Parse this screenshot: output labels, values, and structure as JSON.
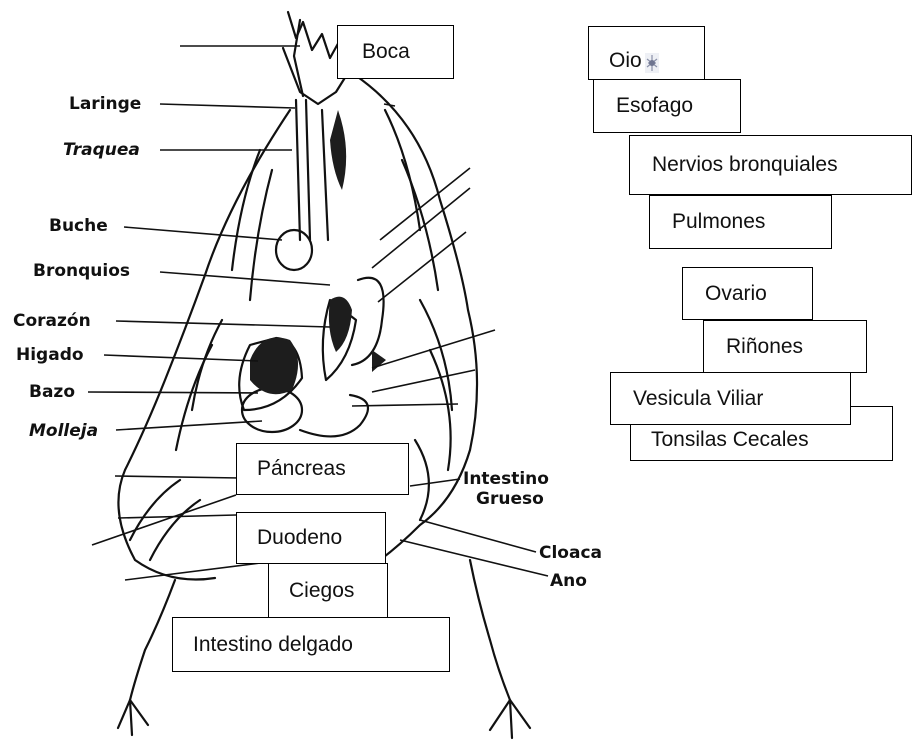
{
  "printed_labels": {
    "laringe": "Laringe",
    "traquea": "Traquea",
    "buche": "Buche",
    "bronquios": "Bronquios",
    "corazon": "Corazón",
    "higado": "Higado",
    "bazo": "Bazo",
    "molleja": "Molleja",
    "intestino": "Intestino",
    "grueso": "Grueso",
    "cloaca": "Cloaca",
    "ano": "Ano"
  },
  "boxes": {
    "boca": "Boca",
    "oio": "Oio",
    "esofago": "Esofago",
    "nervios": "Nervios bronquiales",
    "pulmones": "Pulmones",
    "ovario": "Ovario",
    "rinones": "Riñones",
    "vesicula": "Vesicula Viliar",
    "tonsilas": "Tonsilas Cecales",
    "pancreas": "Páncreas",
    "duodeno": "Duodeno",
    "ciegos": "Ciegos",
    "intestino_delgado": "Intestino delgado"
  },
  "colors": {
    "ink": "#111111",
    "box_border": "#000000",
    "background": "#ffffff"
  }
}
